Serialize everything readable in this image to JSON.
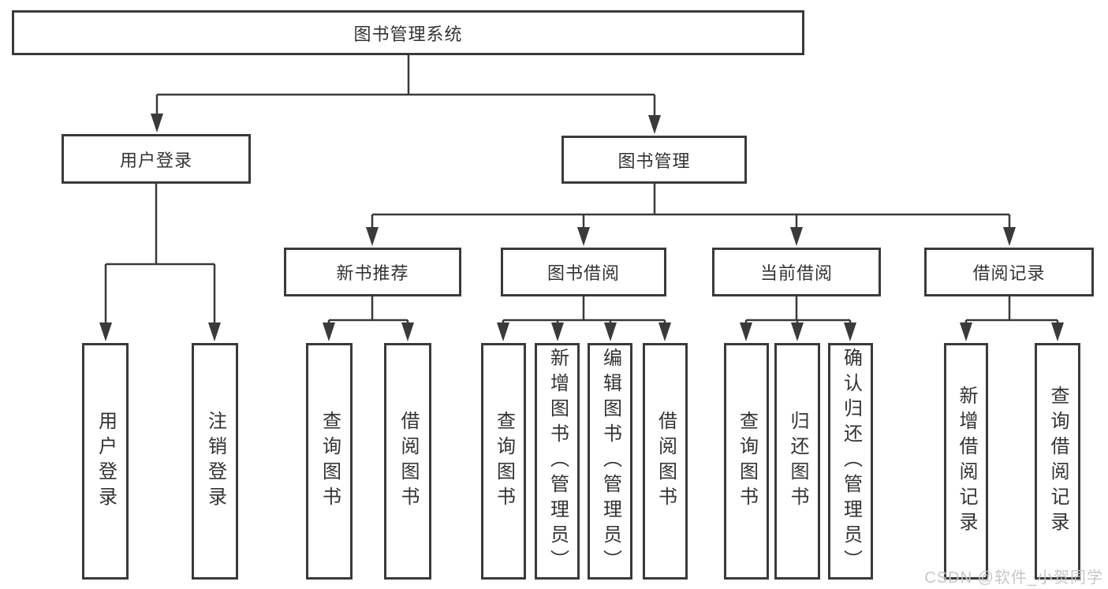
{
  "tree": {
    "root": {
      "label": "图书管理系统",
      "children": [
        {
          "label": "用户登录",
          "children": [
            {
              "label": "用户登录"
            },
            {
              "label": "注销登录"
            }
          ]
        },
        {
          "label": "图书管理",
          "children": [
            {
              "label": "新书推荐",
              "children": [
                {
                  "label": "查询图书"
                },
                {
                  "label": "借阅图书"
                }
              ]
            },
            {
              "label": "图书借阅",
              "children": [
                {
                  "label": "查询图书"
                },
                {
                  "label": "新增图书（管理员）"
                },
                {
                  "label": "编辑图书（管理员）"
                },
                {
                  "label": "借阅图书"
                }
              ]
            },
            {
              "label": "当前借阅",
              "children": [
                {
                  "label": "查询图书"
                },
                {
                  "label": "归还图书"
                },
                {
                  "label": "确认归还（管理员）"
                }
              ]
            },
            {
              "label": "借阅记录",
              "children": [
                {
                  "label": "新增借阅记录"
                },
                {
                  "label": "查询借阅记录"
                }
              ]
            }
          ]
        }
      ]
    }
  },
  "watermark": {
    "text": "CSDN @软件_小贺同学"
  },
  "colors": {
    "line": "#3a3a3a",
    "text": "#333333",
    "watermark": "#c7c7c7",
    "background": "#ffffff"
  }
}
